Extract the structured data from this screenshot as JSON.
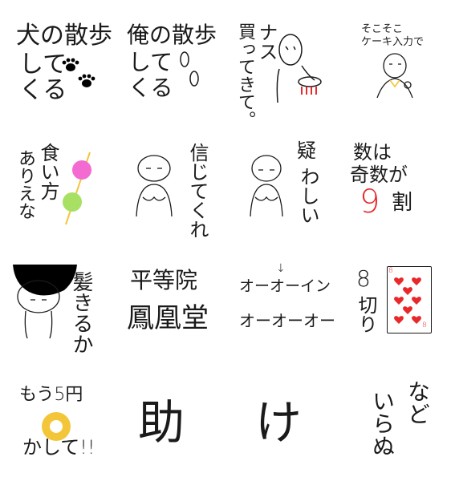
{
  "stickers": [
    {
      "lines": [
        "犬の散歩",
        "して",
        "くる"
      ]
    },
    {
      "lines": [
        "俺の散歩",
        "して",
        "くる"
      ]
    },
    {
      "lines": [
        "ナス",
        "買ってきて。"
      ]
    },
    {
      "lines": [
        "そこそこ",
        "ケーキ入力で"
      ]
    },
    {
      "lines": [
        "食い方",
        "ありえな"
      ]
    },
    {
      "lines": [
        "信じてくれ"
      ]
    },
    {
      "lines": [
        "疑",
        "わしい"
      ]
    },
    {
      "lines": [
        "数は",
        "奇数が",
        "9",
        "割"
      ]
    },
    {
      "lines": [
        "髪きるか"
      ]
    },
    {
      "lines": [
        "平等院",
        "鳳凰堂"
      ]
    },
    {
      "lines": [
        "↓",
        "オーオーイン",
        "オーオーオー"
      ]
    },
    {
      "lines": [
        "8",
        "切り"
      ],
      "card_rank": "8"
    },
    {
      "lines": [
        "もう5円",
        "かして!!"
      ]
    },
    {
      "lines": [
        "助",
        "け"
      ]
    },
    {
      "lines": [
        "など",
        "いらぬ"
      ]
    }
  ],
  "colors": {
    "ink": "#1a1a1a",
    "red": "#e8282a",
    "pink": "#f36bd0",
    "green": "#a8e063",
    "gold": "#f3c63a",
    "black": "#000000"
  }
}
